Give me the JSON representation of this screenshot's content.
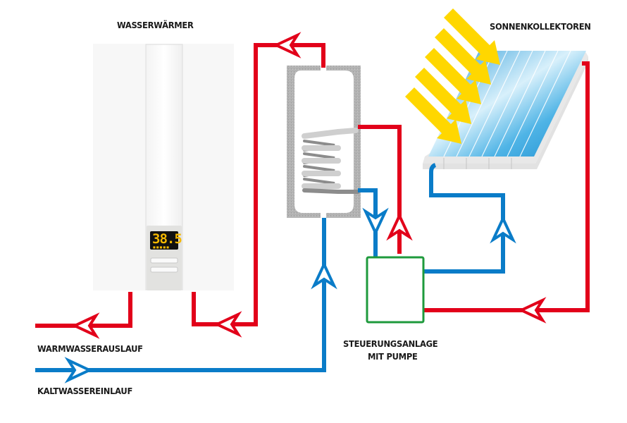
{
  "labels": {
    "water_heater": "WASSERWÄRMER",
    "solar_collectors": "SONNENKOLLEKTOREN",
    "control_unit_line1": "STEUERUNGSANLAGE",
    "control_unit_line2": "MIT PUMPE",
    "hot_water_outlet": "WARMWASSERAUSLAUF",
    "cold_water_inlet": "KALTWASSEREINLAUF"
  },
  "heater_display": {
    "value": "38.5",
    "indicator": "■■■■■"
  },
  "colors": {
    "hot_pipe": "#e2001a",
    "cold_pipe": "#0a7cc8",
    "control_border": "#1e9a3c",
    "sun_rays": "#ffd700",
    "insulation": "#b5b5b5",
    "panel": "#5bb8e8"
  }
}
